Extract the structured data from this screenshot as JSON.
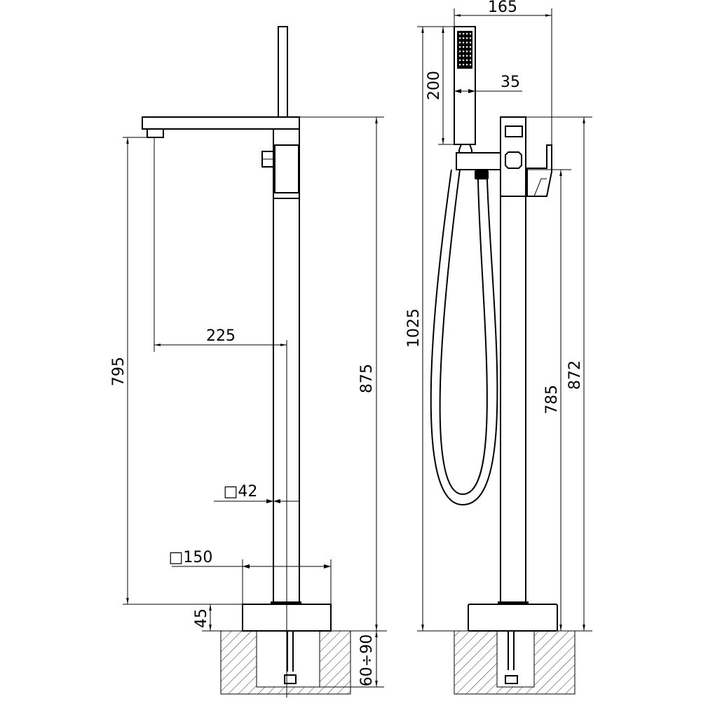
{
  "title": "Freestanding bath mixer dimension drawing",
  "colors": {
    "line": "#000000",
    "background": "#ffffff"
  },
  "front_view": {
    "dimensions": {
      "spout_height": "795",
      "spout_reach": "225",
      "column_square": "□42",
      "base_square": "□150",
      "base_height": "45",
      "total_height": "875",
      "install_depth": "60÷90"
    }
  },
  "side_view": {
    "dimensions": {
      "total_depth": "165",
      "handshower_length": "200",
      "handshower_width": "35",
      "overall_height": "1025",
      "body_height": "872",
      "handle_height": "785"
    }
  }
}
